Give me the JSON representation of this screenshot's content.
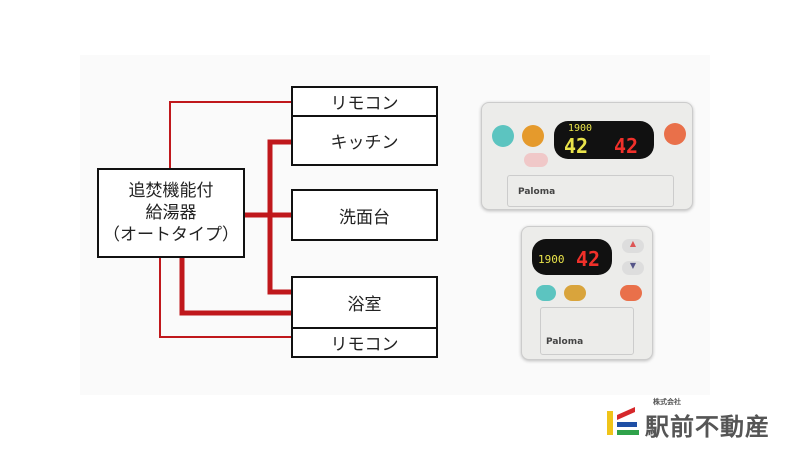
{
  "diagram": {
    "heater": {
      "line1": "追焚機能付",
      "line2": "給湯器",
      "line3": "（オートタイプ）"
    },
    "outlets": {
      "remote_top": "リモコン",
      "kitchen": "キッチン",
      "washstand": "洗面台",
      "bathroom": "浴室",
      "remote_bottom": "リモコン"
    },
    "line_color": "#c0181c"
  },
  "products": {
    "kitchen_remote": {
      "brand": "Paloma",
      "time": "1900",
      "temp_left": "42",
      "temp_right": "42"
    },
    "bath_remote": {
      "brand": "Paloma",
      "time": "1900",
      "temp": "42"
    }
  },
  "company": {
    "prefix": "株式会社",
    "name": "駅前不動産"
  }
}
